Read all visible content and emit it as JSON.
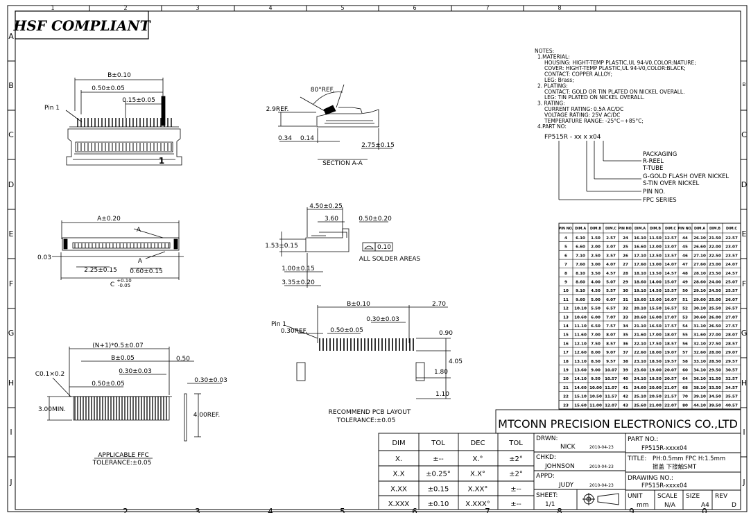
{
  "frame": {
    "col_labels": [
      "1",
      "2",
      "3",
      "4",
      "5",
      "6",
      "7",
      "8"
    ],
    "row_labels": [
      "A",
      "B",
      "C",
      "D",
      "E",
      "F",
      "G",
      "H",
      "I",
      "J"
    ],
    "bottom_col_labels": [
      "2",
      "3",
      "4",
      "5",
      "6",
      "7",
      "8",
      "9",
      "0"
    ]
  },
  "title_badge": "HSF COMPLIANT",
  "notes": {
    "lines": [
      "NOTES:",
      "1.MATERIAL:",
      "HOUSING: HIGHT-TEMP PLASTIC,UL 94-V0,COLOR:NATURE;",
      "COVER: HIGHT-TEMP PLASTIC,UL 94-V0,COLOR:BLACK;",
      "CONTACT: COPPER ALLOY;",
      "LEG: Brass;",
      "2. PLATING:",
      "CONTACT: GOLD OR TIN PLATED ON NICKEL OVERALL.",
      "LEG: TIN PLATED ON NICKEL OVERALL.",
      "3. RATING:",
      "CURRENT RATING: 0.5A AC/DC",
      "VOLTAGE RATING: 25V AC/DC",
      "TEMPERATURE RANGE: -25°C~+85°C;",
      "4.PART NO:"
    ],
    "part_code": "FP515R - xx x x04",
    "legend": [
      "PACKAGING",
      "R-REEL",
      "T-TUBE",
      "G-GOLD FLASH OVER NICKEL",
      "S-TIN OVER NICKEL",
      "PIN NO.",
      "FPC SERIES"
    ]
  },
  "dim_table": {
    "header": [
      "PIN NO.",
      "DIM.A",
      "DIM.B",
      "DIM.C",
      "PIN NO.",
      "DIM.A",
      "DIM.B",
      "DIM.C",
      "PIN NO.",
      "DIM.A",
      "DIM.B",
      "DIM.C"
    ],
    "rows": [
      [
        "4",
        "6.10",
        "1.50",
        "2.57",
        "24",
        "16.10",
        "11.50",
        "12.57",
        "44",
        "26.10",
        "21.50",
        "22.57"
      ],
      [
        "5",
        "6.60",
        "2.00",
        "3.07",
        "25",
        "16.60",
        "12.00",
        "13.07",
        "45",
        "26.60",
        "22.00",
        "23.07"
      ],
      [
        "6",
        "7.10",
        "2.50",
        "3.57",
        "26",
        "17.10",
        "12.50",
        "13.57",
        "46",
        "27.10",
        "22.50",
        "23.57"
      ],
      [
        "7",
        "7.60",
        "3.00",
        "4.07",
        "27",
        "17.60",
        "13.00",
        "14.07",
        "47",
        "27.60",
        "23.00",
        "24.07"
      ],
      [
        "8",
        "8.10",
        "3.50",
        "4.57",
        "28",
        "18.10",
        "13.50",
        "14.57",
        "48",
        "28.10",
        "23.50",
        "24.57"
      ],
      [
        "9",
        "8.60",
        "4.00",
        "5.07",
        "29",
        "18.60",
        "14.00",
        "15.07",
        "49",
        "28.60",
        "24.00",
        "25.07"
      ],
      [
        "10",
        "9.10",
        "4.50",
        "5.57",
        "30",
        "19.10",
        "14.50",
        "15.57",
        "50",
        "29.10",
        "24.50",
        "25.57"
      ],
      [
        "11",
        "9.60",
        "5.00",
        "6.07",
        "31",
        "19.60",
        "15.00",
        "16.07",
        "51",
        "29.60",
        "25.00",
        "26.07"
      ],
      [
        "12",
        "10.10",
        "5.50",
        "6.57",
        "32",
        "20.10",
        "15.50",
        "16.57",
        "52",
        "30.10",
        "25.50",
        "26.57"
      ],
      [
        "13",
        "10.60",
        "6.00",
        "7.07",
        "33",
        "20.60",
        "16.00",
        "17.07",
        "53",
        "30.60",
        "26.00",
        "27.07"
      ],
      [
        "14",
        "11.10",
        "6.50",
        "7.57",
        "34",
        "21.10",
        "16.50",
        "17.57",
        "54",
        "31.10",
        "26.50",
        "27.57"
      ],
      [
        "15",
        "11.60",
        "7.00",
        "8.07",
        "35",
        "21.60",
        "17.00",
        "18.07",
        "55",
        "31.60",
        "27.00",
        "28.07"
      ],
      [
        "16",
        "12.10",
        "7.50",
        "8.57",
        "36",
        "22.10",
        "17.50",
        "18.57",
        "56",
        "32.10",
        "27.50",
        "28.57"
      ],
      [
        "17",
        "12.60",
        "8.00",
        "9.07",
        "37",
        "22.60",
        "18.00",
        "19.07",
        "57",
        "32.60",
        "28.00",
        "29.07"
      ],
      [
        "18",
        "13.10",
        "8.50",
        "9.57",
        "38",
        "23.10",
        "18.50",
        "19.57",
        "58",
        "33.10",
        "28.50",
        "29.57"
      ],
      [
        "19",
        "13.60",
        "9.00",
        "10.07",
        "39",
        "23.60",
        "19.00",
        "20.07",
        "60",
        "34.10",
        "29.50",
        "30.57"
      ],
      [
        "20",
        "14.10",
        "9.50",
        "10.57",
        "40",
        "24.10",
        "19.50",
        "20.57",
        "64",
        "36.10",
        "31.50",
        "32.57"
      ],
      [
        "21",
        "14.60",
        "10.00",
        "11.07",
        "41",
        "24.60",
        "20.00",
        "21.07",
        "68",
        "38.10",
        "33.50",
        "34.57"
      ],
      [
        "22",
        "15.10",
        "10.50",
        "11.57",
        "42",
        "25.10",
        "20.50",
        "21.57",
        "70",
        "39.10",
        "34.50",
        "35.57"
      ],
      [
        "23",
        "15.60",
        "11.00",
        "12.07",
        "43",
        "25.60",
        "21.00",
        "22.07",
        "80",
        "44.10",
        "39.50",
        "40.57"
      ]
    ]
  },
  "company": "MTCONN PRECISION ELECTRONICS CO.,LTD",
  "tolerance_table": {
    "header": [
      "DIM",
      "TOL",
      "DEC",
      "TOL"
    ],
    "rows": [
      [
        "X.",
        "±--",
        "X.°",
        "±2°"
      ],
      [
        "X.X",
        "±0.25°",
        "X.X°",
        "±2°"
      ],
      [
        "X.XX",
        "±0.15",
        "X.XX°",
        "±--"
      ],
      [
        "X.XXX",
        "±0.10",
        "X.XXX°",
        "±--"
      ]
    ]
  },
  "title_block": {
    "drwn_label": "DRWN:",
    "drwn_name": "NICK",
    "drwn_date": "2010-04-23",
    "chkd_label": "CHKD:",
    "chkd_name": "JOHNSON",
    "chkd_date": "2010-04-23",
    "appd_label": "APPD:",
    "appd_name": "JUDY",
    "appd_date": "2010-04-23",
    "sheet_label": "SHEET:",
    "sheet_value": "1/1",
    "part_no_label": "PART NO.:",
    "part_no": "FP515R-xxxx04",
    "title_label": "TITLE:",
    "title_line1": "PH:0.5mm FPC H:1.5mm",
    "title_line2": "掀盖 下接触SMT",
    "drawing_no_label": "DRAWING NO.:",
    "drawing_no": "FP515R-xxxx04",
    "unit_label": "UNIT",
    "unit_value": "mm",
    "scale_label": "SCALE",
    "scale_value": "N/A",
    "size_label": "SIZE",
    "size_value": "A4",
    "rev_label": "REV",
    "rev_value": "D"
  },
  "views": {
    "top": {
      "b": "B±0.10",
      "pitch": "0.50±0.05",
      "lead": "0.15±0.05",
      "pin1": "Pin 1",
      "num": "1"
    },
    "section": {
      "angle": "80°REF.",
      "h": "2.9REF.",
      "d1": "0.34",
      "d2": "0.14",
      "w": "2.75±0.15",
      "title": "SECTION A-A"
    },
    "front": {
      "a": "A±0.20",
      "sec_a1": "A",
      "sec_a2": "A",
      "d003": "0.03",
      "d225": "2.25±0.15",
      "d060": "0.60±0.15",
      "c": "C",
      "c_tol_top": "+0.10",
      "c_tol_bot": "-0.05"
    },
    "side": {
      "w450": "4.50±0.25",
      "w360": "3.60",
      "w050": "0.50±0.20",
      "h153": "1.53±0.15",
      "d100": "1.00±0.15",
      "d335": "3.35±0.20",
      "flat_val": "0.10",
      "flat_text": "ALL SOLDER AREAS"
    },
    "pcb": {
      "b": "B±0.10",
      "w270": "2.70",
      "p030": "0.30±0.03",
      "p050": "0.50±0.05",
      "pin1": "Pin 1",
      "ref": "0.30REF.",
      "h090": "0.90",
      "h405": "4.05",
      "h180": "1.80",
      "h110": "1.10",
      "title": "RECOMMEND PCB LAYOUT",
      "tol": "TOLERANCE:±0.05"
    },
    "ffc": {
      "n": "(N+1)*0.5±0.07",
      "b": "B±0.05",
      "d050": "0.50",
      "c01": "C0.1×0.2",
      "d030a": "0.30±0.03",
      "pitch": "0.50±0.05",
      "d030b": "0.30±0.03",
      "min": "3.00MIN.",
      "ref": "4.00REF.",
      "title": "APPLICABLE FFC",
      "tol": "TOLERANCE:±0.05"
    }
  }
}
